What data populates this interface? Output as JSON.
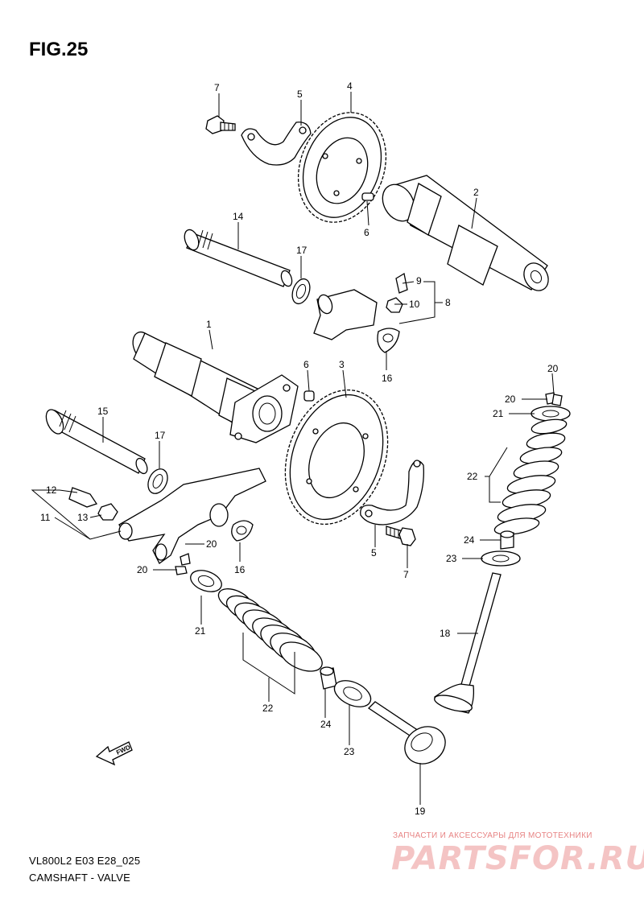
{
  "figure": {
    "title": "FIG.25"
  },
  "footer": {
    "model_code": "VL800L2 E03 E28_025",
    "section_name": "CAMSHAFT - VALVE"
  },
  "watermark": {
    "top_line": "ЗАПЧАСТИ И АКСЕССУАРЫ ДЛЯ МОТОТЕХНИКИ",
    "logo_text": "PARTSFOR.RU",
    "color": "#e05a5a"
  },
  "direction_arrow": {
    "label": "FWD",
    "icon": "arrow-left-icon"
  },
  "callouts": {
    "c7a": "7",
    "c5a": "5",
    "c4": "4",
    "c6a": "6",
    "c2": "2",
    "c14": "14",
    "c17a": "17",
    "c9": "9",
    "c10": "10",
    "c8": "8",
    "c16a": "16",
    "c1": "1",
    "c6b": "6",
    "c3": "3",
    "c15": "15",
    "c17b": "17",
    "c12": "12",
    "c11": "11",
    "c13": "13",
    "c20a": "20",
    "c20b": "20",
    "c16b": "16",
    "c21a": "21",
    "c22a": "22",
    "c24a": "24",
    "c23a": "23",
    "c19": "19",
    "c5b": "5",
    "c7b": "7",
    "c20c": "20",
    "c20d": "20",
    "c21b": "21",
    "c22b": "22",
    "c24b": "24",
    "c23b": "23",
    "c18": "18"
  }
}
